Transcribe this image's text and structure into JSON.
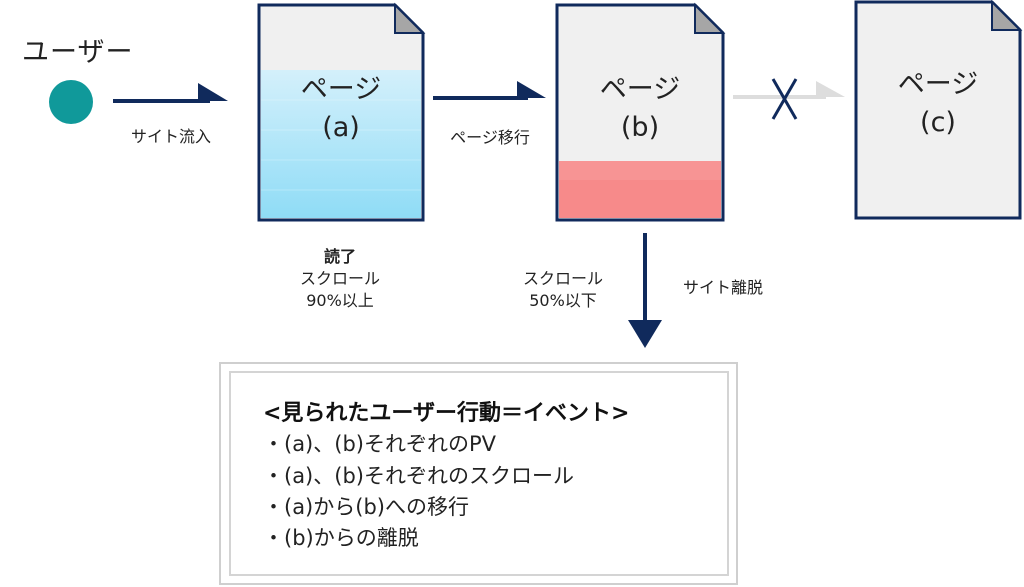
{
  "user": {
    "label": "ユーザー",
    "dot_color": "#10999a"
  },
  "flow": {
    "arrow1_label": "サイト流入",
    "arrow2_label": "ページ移行",
    "exit_label": "サイト離脱",
    "blocked_mark": "X"
  },
  "pages": [
    {
      "title": "ページ",
      "id": "(a)",
      "fill": "blue"
    },
    {
      "title": "ページ",
      "id": "(b)",
      "fill": "red"
    },
    {
      "title": "ページ",
      "id": "(c)",
      "fill": "none"
    }
  ],
  "page_a_caption": {
    "line1": "読了",
    "line2": "スクロール",
    "line3": "90%以上"
  },
  "page_b_caption": {
    "line1": "スクロール",
    "line2": "50%以下"
  },
  "events": {
    "title": "<見られたユーザー行動＝イベント>",
    "items": [
      "・(a)、(b)それぞれのPV",
      "・(a)、(b)それぞれのスクロール",
      "・(a)から(b)への移行",
      "・(b)からの離脱"
    ]
  },
  "colors": {
    "navy": "#102a5c",
    "page_bg": "#f0f0f0",
    "blue_fill": "#bde7f7",
    "red_fill": "#f78a8a",
    "gray_arrow": "#dddddd"
  }
}
